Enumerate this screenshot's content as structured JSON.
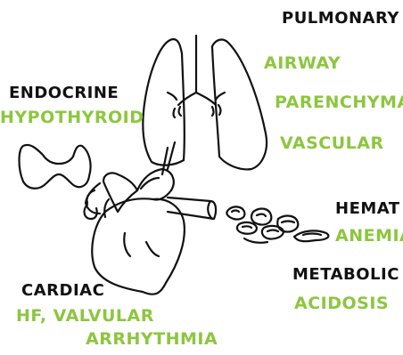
{
  "colors": {
    "heading": "#111111",
    "subtype": "#8cc63f",
    "line": "#111111",
    "background": "#ffffff"
  },
  "icons": [
    "lungs-icon",
    "thyroid-icon",
    "heart-icon",
    "red-blood-cells-icon"
  ],
  "pulmonary": {
    "heading": "PULMONARY",
    "items": [
      "AIRWAY",
      "PARENCHYMA",
      "VASCULAR"
    ]
  },
  "endocrine": {
    "heading": "ENDOCRINE",
    "items": [
      "HYPOTHYROID"
    ]
  },
  "hemat": {
    "heading": "HEMAT",
    "items": [
      "ANEMIA"
    ]
  },
  "metabolic": {
    "heading": "METABOLIC",
    "items": [
      "ACIDOSIS"
    ]
  },
  "cardiac": {
    "heading": "CARDIAC",
    "items": [
      "HF, VALVULAR",
      "ARRHYTHMIA"
    ]
  }
}
